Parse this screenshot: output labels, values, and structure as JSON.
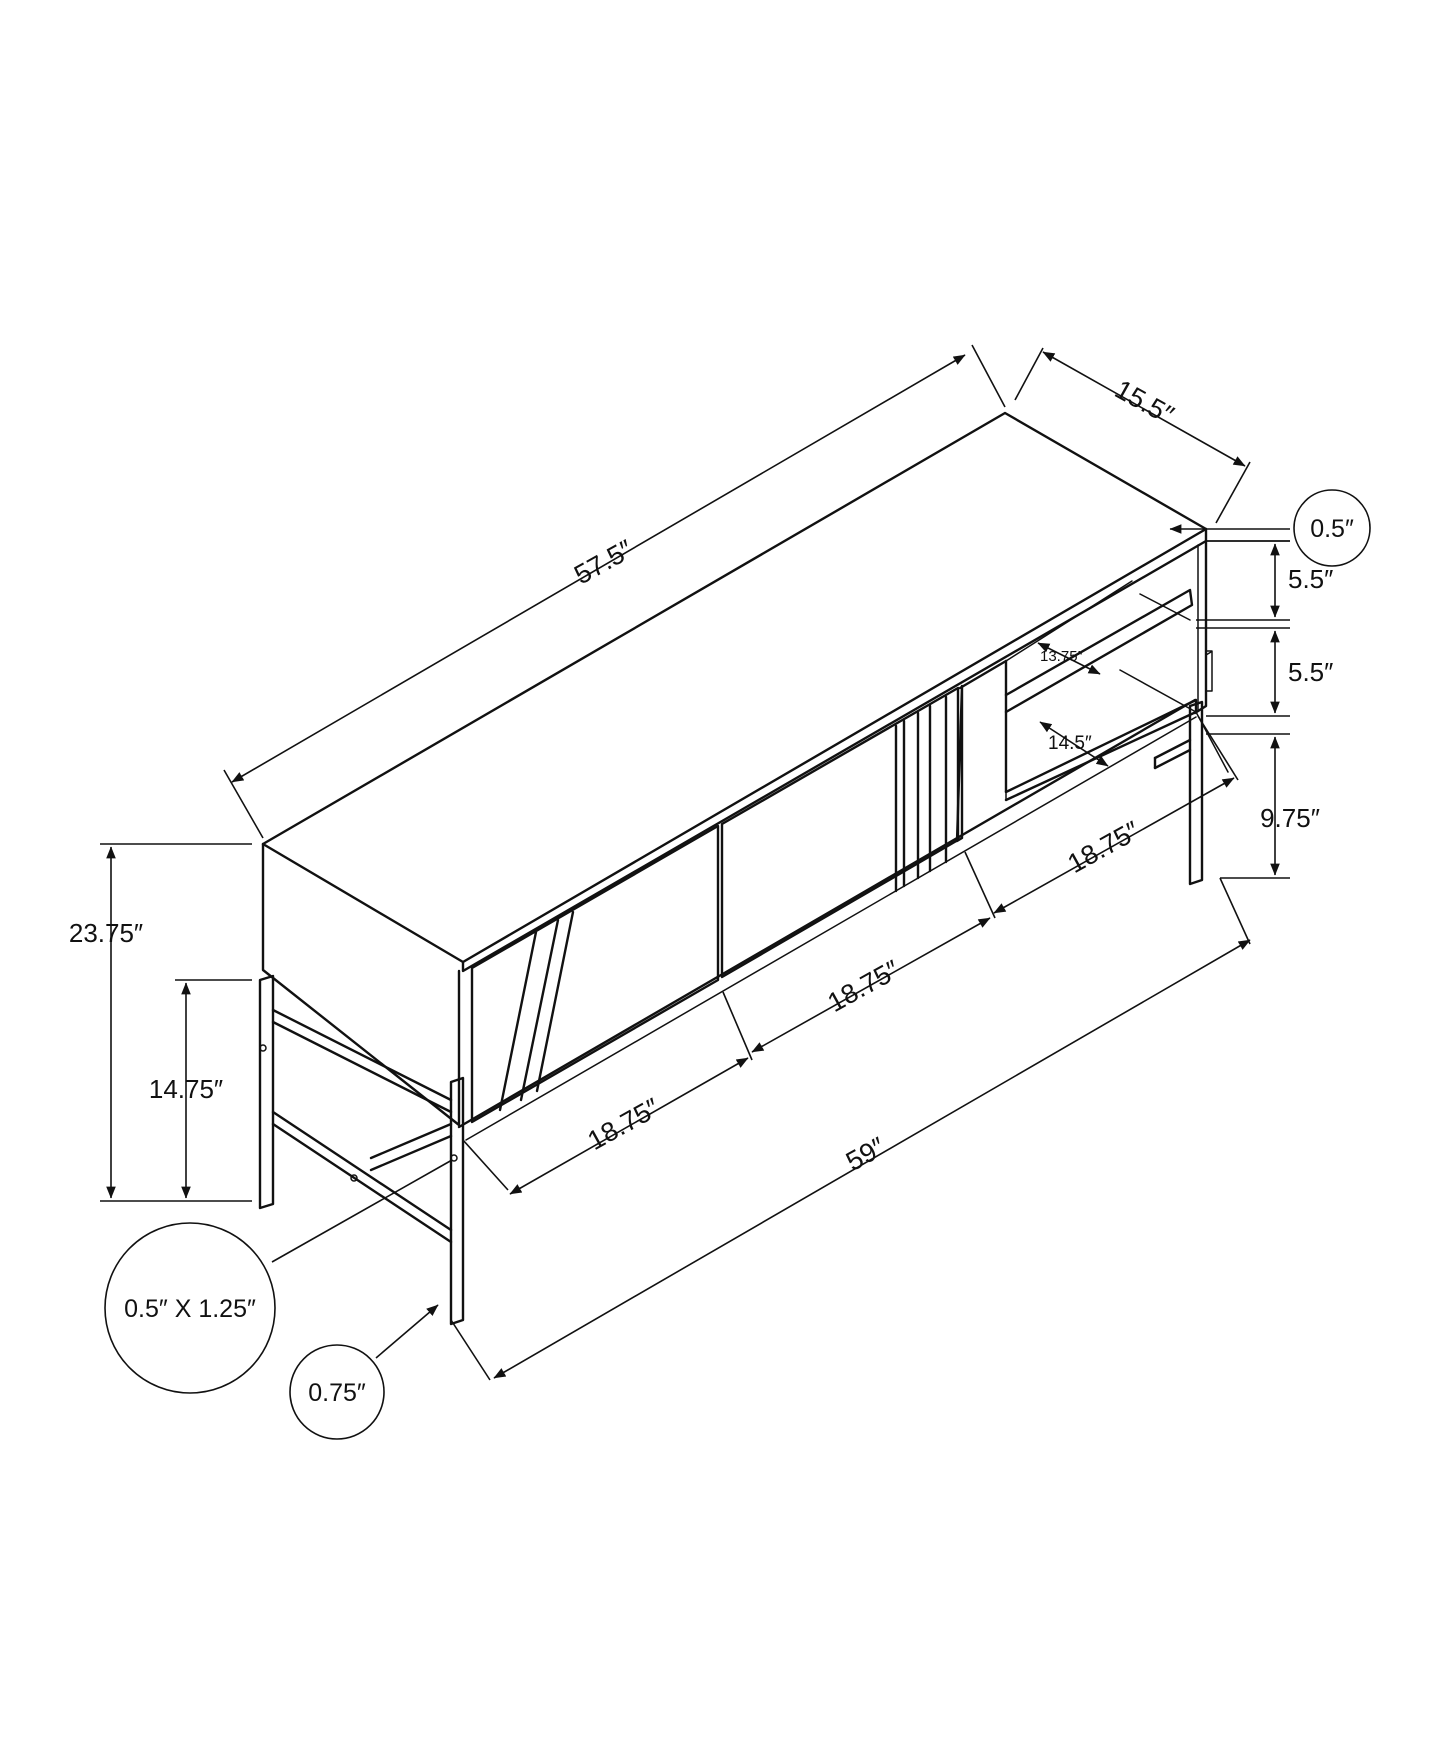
{
  "labels": {
    "length_top": "57.5″",
    "depth": "15.5″",
    "top_thickness": "0.5″",
    "shelf_gap_1": "5.5″",
    "shelf_gap_2": "5.5″",
    "shelf_depth_1": "13.75″",
    "shelf_depth_2": "14.5″",
    "base_clearance": "9.75″",
    "total_height": "23.75″",
    "leg_frame_height": "14.75″",
    "door_width_1": "18.75″",
    "door_width_2": "18.75″",
    "door_width_3": "18.75″",
    "overall_width": "59″",
    "leg_profile": "0.5″ X 1.25″",
    "leg_square": "0.75″"
  }
}
